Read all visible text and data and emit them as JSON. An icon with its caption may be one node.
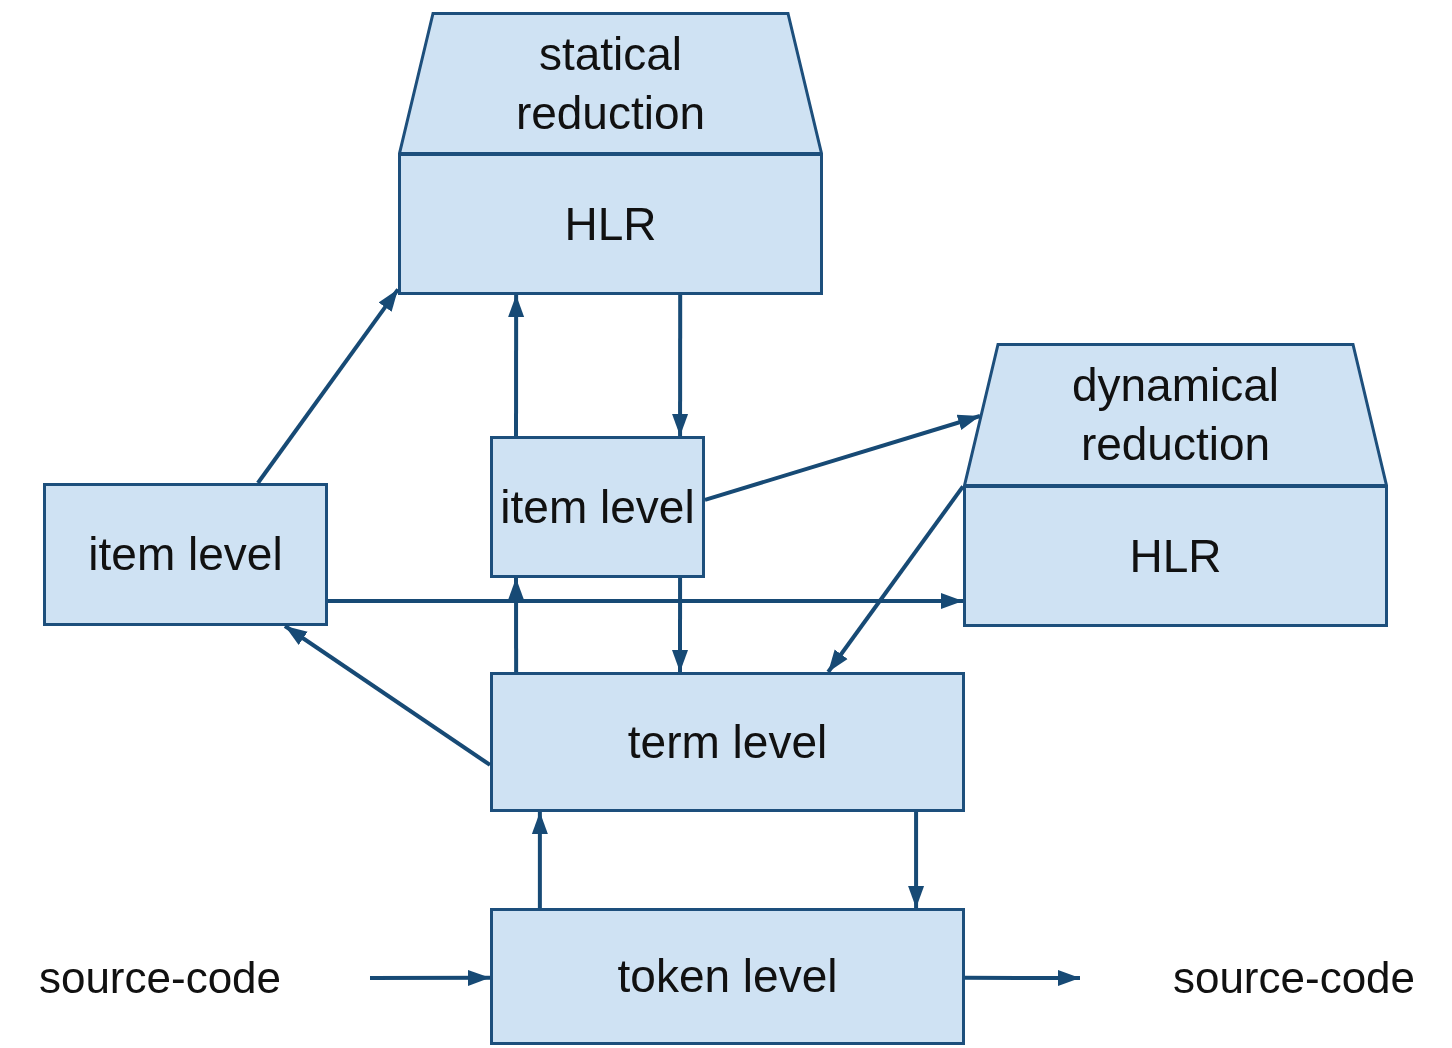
{
  "diagram": {
    "nodes": [
      {
        "text": [
          "statical reduction"
        ]
      },
      {
        "text": [
          "HLR"
        ]
      },
      {
        "text": [
          "item level"
        ]
      },
      {
        "text": [
          "item level"
        ]
      },
      {
        "text": [
          "dynamical reduction"
        ]
      },
      {
        "text": [
          "HLR"
        ]
      },
      {
        "text": [
          "term level"
        ]
      },
      {
        "text": [
          "token level"
        ]
      },
      {
        "text": [
          "source-code"
        ]
      },
      {
        "text": [
          "source-code"
        ]
      }
    ],
    "edges": [
      {
        "from": 2,
        "to": 1,
        "arrow": "to"
      },
      {
        "from": 3,
        "to": 1,
        "arrow": "to"
      },
      {
        "from": 1,
        "to": 3,
        "arrow": "to"
      },
      {
        "from": 3,
        "to": 4,
        "arrow": "to"
      },
      {
        "from": 2,
        "to": 5,
        "arrow": "to"
      },
      {
        "from": 5,
        "to": 6,
        "arrow": "to"
      },
      {
        "from": 6,
        "to": 2,
        "arrow": "to"
      },
      {
        "from": 6,
        "to": 3,
        "arrow": "to"
      },
      {
        "from": 3,
        "to": 6,
        "arrow": "to"
      },
      {
        "from": 7,
        "to": 6,
        "arrow": "to"
      },
      {
        "from": 6,
        "to": 7,
        "arrow": "to"
      },
      {
        "from": 8,
        "to": 7,
        "arrow": "to"
      },
      {
        "from": 7,
        "to": 9,
        "arrow": "to"
      }
    ]
  }
}
